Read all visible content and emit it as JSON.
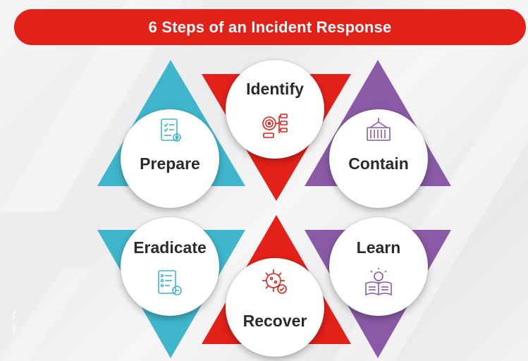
{
  "title": "6 Steps of an Incident Response",
  "steps": [
    {
      "label": "Prepare",
      "icon": "checklist-gear-icon",
      "color": "#3fb6cc"
    },
    {
      "label": "Identify",
      "icon": "target-network-icon",
      "color": "#e32119"
    },
    {
      "label": "Contain",
      "icon": "shipping-container-icon",
      "color": "#8a5aa6"
    },
    {
      "label": "Eradicate",
      "icon": "document-remove-icon",
      "color": "#3fb6cc"
    },
    {
      "label": "Recover",
      "icon": "virus-check-icon",
      "color": "#e32119"
    },
    {
      "label": "Learn",
      "icon": "book-lightbulb-icon",
      "color": "#8a5aa6"
    }
  ],
  "colors": {
    "banner": "#e32119",
    "cyan": "#3fb6cc",
    "red": "#e32119",
    "purple": "#8a5aa6"
  }
}
